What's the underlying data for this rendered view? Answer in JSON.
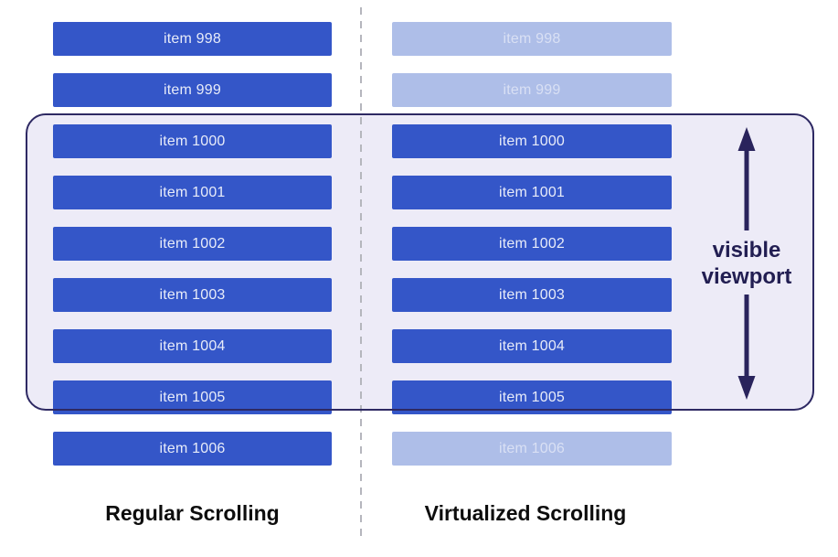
{
  "diagram": {
    "columns": [
      {
        "title": "Regular Scrolling",
        "items": [
          {
            "label": "item 998",
            "state": "active"
          },
          {
            "label": "item 999",
            "state": "active"
          },
          {
            "label": "item 1000",
            "state": "active"
          },
          {
            "label": "item 1001",
            "state": "active"
          },
          {
            "label": "item 1002",
            "state": "active"
          },
          {
            "label": "item 1003",
            "state": "active"
          },
          {
            "label": "item 1004",
            "state": "active"
          },
          {
            "label": "item 1005",
            "state": "active"
          },
          {
            "label": "item 1006",
            "state": "active"
          }
        ]
      },
      {
        "title": "Virtualized Scrolling",
        "items": [
          {
            "label": "item 998",
            "state": "inactive"
          },
          {
            "label": "item 999",
            "state": "inactive"
          },
          {
            "label": "item 1000",
            "state": "active"
          },
          {
            "label": "item 1001",
            "state": "active"
          },
          {
            "label": "item 1002",
            "state": "active"
          },
          {
            "label": "item 1003",
            "state": "active"
          },
          {
            "label": "item 1004",
            "state": "active"
          },
          {
            "label": "item 1005",
            "state": "active"
          },
          {
            "label": "item 1006",
            "state": "inactive"
          }
        ]
      }
    ],
    "viewport_label": "visible viewport",
    "colors": {
      "item_active": "#3456c8",
      "item_inactive": "#aebee8",
      "viewport_fill": "#edebf7",
      "viewport_border": "#2e2963",
      "arrow": "#29235c",
      "divider": "#b5b6bd"
    }
  }
}
